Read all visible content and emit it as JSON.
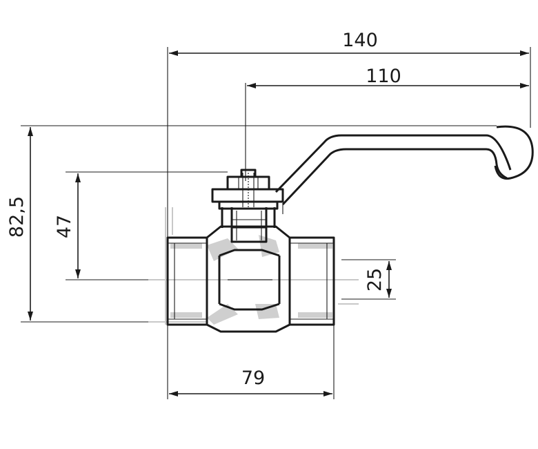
{
  "dimensions": {
    "overall_length": "140",
    "handle_reach": "110",
    "total_height": "82,5",
    "axis_height": "47",
    "bore": "25",
    "body_length": "79"
  },
  "colors": {
    "line": "#1a1a1a",
    "shading": "#cfcfcf",
    "background": "#ffffff"
  }
}
